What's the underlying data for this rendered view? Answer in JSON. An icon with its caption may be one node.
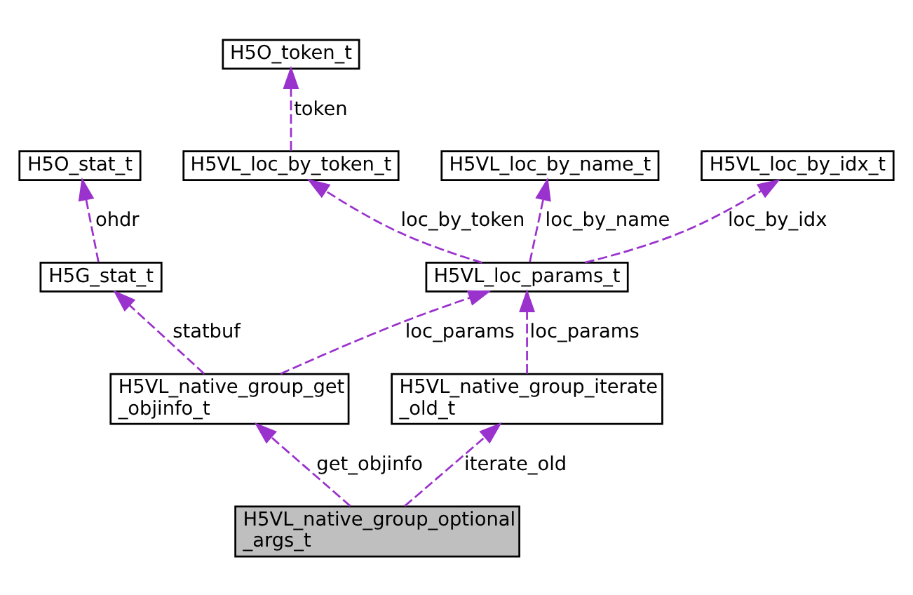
{
  "diagram": {
    "nodes": [
      {
        "text": [
          "H5O_token_t"
        ]
      },
      {
        "text": [
          "H5O_stat_t"
        ]
      },
      {
        "text": [
          "H5VL_loc_by_token_t"
        ]
      },
      {
        "text": [
          "H5VL_loc_by_name_t"
        ]
      },
      {
        "text": [
          "H5VL_loc_by_idx_t"
        ]
      },
      {
        "text": [
          "H5G_stat_t"
        ]
      },
      {
        "text": [
          "H5VL_loc_params_t"
        ]
      },
      {
        "text": [
          "H5VL_native_group_get _objinfo_t"
        ]
      },
      {
        "text": [
          "H5VL_native_group_iterate _old_t"
        ]
      },
      {
        "text": [
          "H5VL_native_group_optional _args_t"
        ]
      }
    ],
    "edges": [
      {
        "from": 2,
        "to": 0,
        "arrow": "to",
        "label": "token",
        "style": "dashed"
      },
      {
        "from": 5,
        "to": 1,
        "arrow": "to",
        "label": "ohdr",
        "style": "dashed"
      },
      {
        "from": 6,
        "to": 2,
        "arrow": "to",
        "label": "loc_by_token",
        "style": "dashed"
      },
      {
        "from": 6,
        "to": 3,
        "arrow": "to",
        "label": "loc_by_name",
        "style": "dashed"
      },
      {
        "from": 6,
        "to": 4,
        "arrow": "to",
        "label": "loc_by_idx",
        "style": "dashed"
      },
      {
        "from": 7,
        "to": 5,
        "arrow": "to",
        "label": "statbuf",
        "style": "dashed"
      },
      {
        "from": 7,
        "to": 6,
        "arrow": "to",
        "label": "loc_params",
        "style": "dashed"
      },
      {
        "from": 8,
        "to": 6,
        "arrow": "to",
        "label": "loc_params",
        "style": "dashed"
      },
      {
        "from": 9,
        "to": 7,
        "arrow": "to",
        "label": "get_objinfo",
        "style": "dashed"
      },
      {
        "from": 9,
        "to": 8,
        "arrow": "to",
        "label": "iterate_old",
        "style": "dashed"
      }
    ]
  }
}
